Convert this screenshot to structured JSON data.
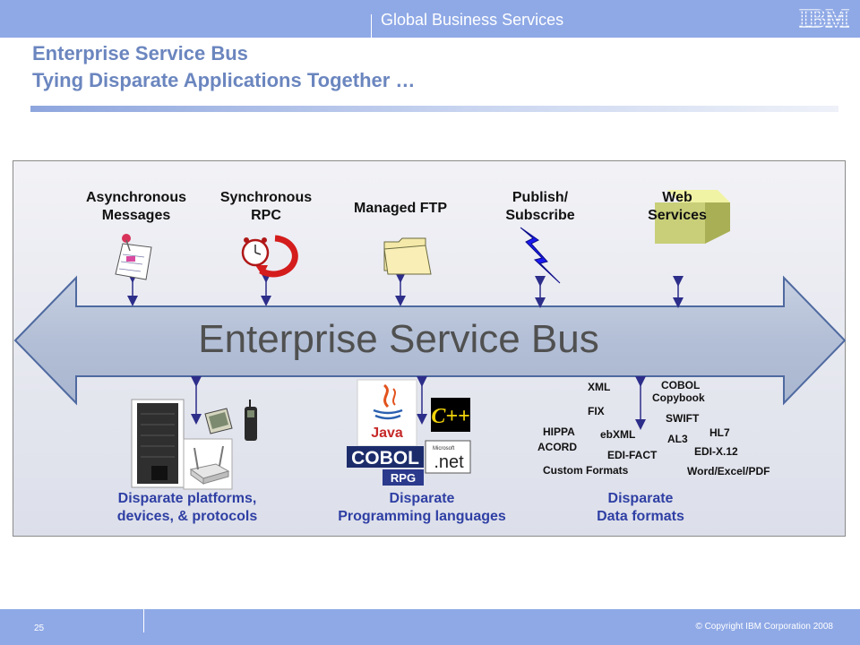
{
  "header": {
    "section": "Global Business Services",
    "logo_text": "IBM"
  },
  "title": {
    "line1": "Enterprise Service Bus",
    "line2": "Tying Disparate Applications Together …"
  },
  "diagram": {
    "bus_label": "Enterprise Service Bus",
    "top_items": [
      {
        "line1": "Asynchronous",
        "line2": "Messages",
        "icon": "notepad-pin-icon"
      },
      {
        "line1": "Synchronous",
        "line2": "RPC",
        "icon": "alarm-clock-icon"
      },
      {
        "line1": "Managed FTP",
        "line2": "",
        "icon": "folder-icon"
      },
      {
        "line1": "Publish/",
        "line2": "Subscribe",
        "icon": "lightning-bolt-icon"
      },
      {
        "line1": "Web",
        "line2": "Services",
        "icon": "cube-icon"
      }
    ],
    "bottom_groups": [
      {
        "line1": "Disparate platforms,",
        "line2": "devices, & protocols"
      },
      {
        "line1": "Disparate",
        "line2": "Programming languages"
      },
      {
        "line1": "Disparate",
        "line2": "Data formats"
      }
    ],
    "languages": {
      "java": "Java",
      "cpp": "C++",
      "cobol": "COBOL",
      "net_small": "Microsoft",
      "net": ".net",
      "rpg": "RPG"
    },
    "formats": {
      "xml": "XML",
      "cobol_copybook_1": "COBOL",
      "cobol_copybook_2": "Copybook",
      "fix": "FIX",
      "swift": "SWIFT",
      "hippa": "HIPPA",
      "ebxml": "ebXML",
      "hl7": "HL7",
      "al3": "AL3",
      "acord": "ACORD",
      "edi_x12": "EDI-X.12",
      "edi_fact": "EDI-FACT",
      "custom": "Custom Formats",
      "word_excel_pdf": "Word/Excel/PDF"
    }
  },
  "footer": {
    "page_number": "25",
    "copyright": "© Copyright IBM Corporation 2008"
  }
}
